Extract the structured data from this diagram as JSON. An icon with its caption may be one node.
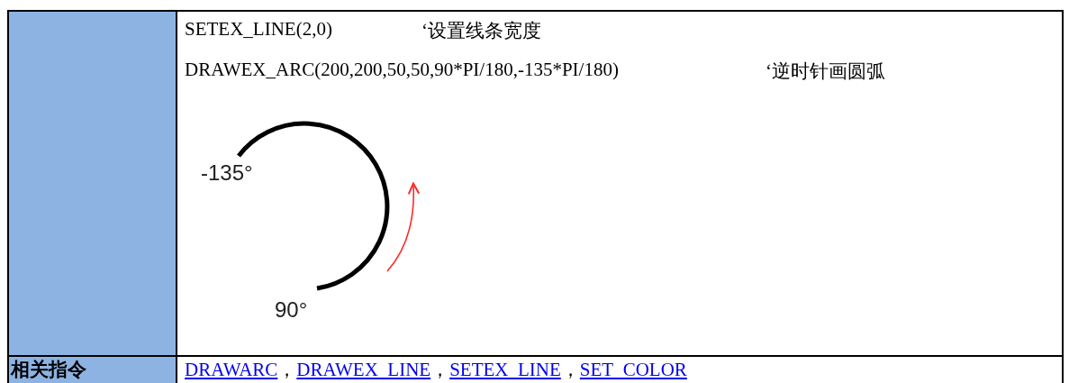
{
  "diagram": {
    "labels": [
      "SETEX_LINE(2,0)",
      "‘设置线条宽度",
      "DRAWEX_ARC(200,200,50,50,90*PI/180,-135*PI/180)",
      "‘逆时针画圆弧",
      "-135°",
      "90°",
      "相关指令",
      "DRAWARC，DRAWEX_LINE，SETEX_LINE，SET_COLOR"
    ]
  }
}
